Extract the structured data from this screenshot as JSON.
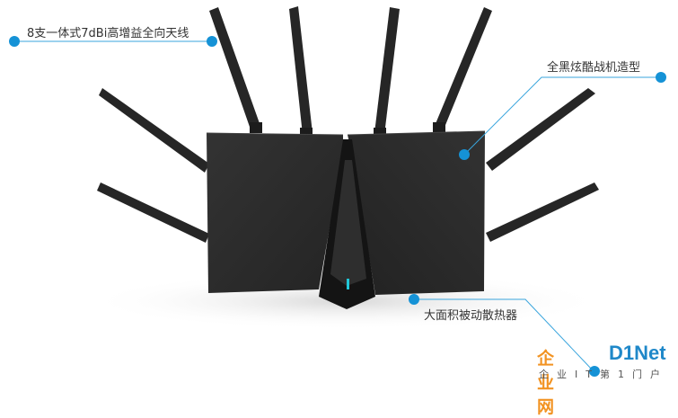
{
  "callouts": {
    "antenna": "8支一体式7dBi高增益全向天线",
    "design": "全黑炫酷战机造型",
    "cooling": "大面积被动散热器"
  },
  "watermark": {
    "brand_cn": "企业网",
    "brand_en": "D1Net",
    "subtitle": "企业IT第1门户"
  },
  "colors": {
    "router": "#2b2b2b",
    "antenna": "#262626",
    "accent": "#1592d6",
    "callout_line": "#3aa5dd",
    "watermark_orange": "#f29322",
    "watermark_blue": "#1f88c9"
  }
}
